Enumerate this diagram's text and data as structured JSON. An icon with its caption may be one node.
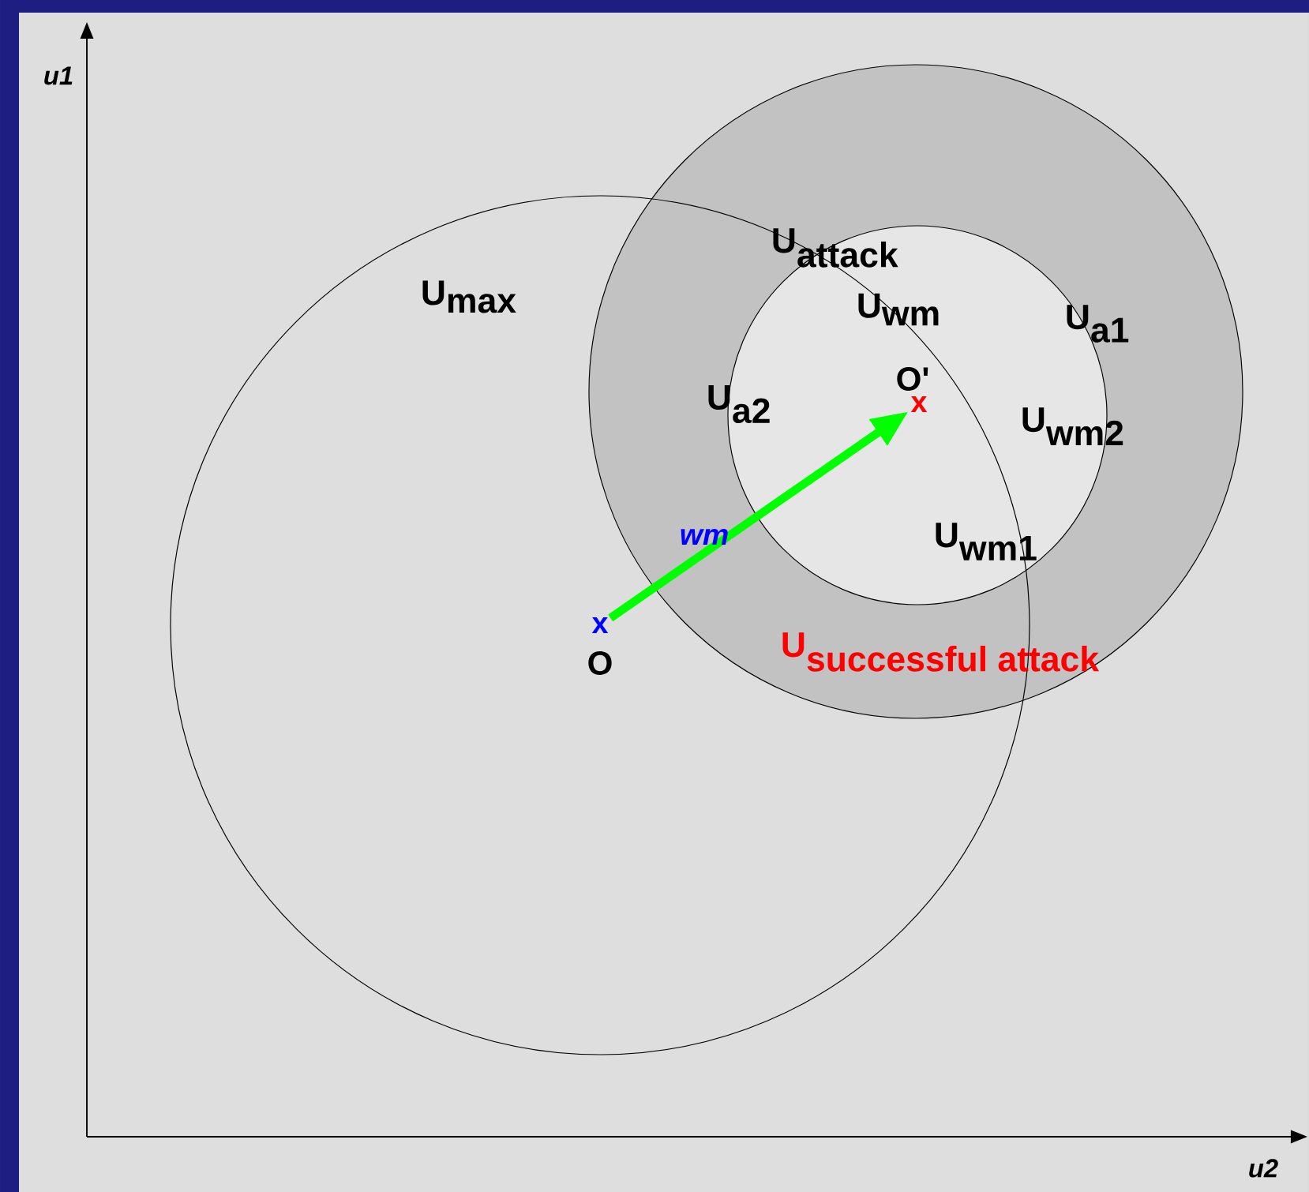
{
  "diagram": {
    "nodes": [
      {
        "text": [
          "x"
        ],
        "beside": [
          "O"
        ]
      },
      {
        "text": [
          "x"
        ],
        "beside": [
          "O'"
        ]
      }
    ],
    "edges": [
      {
        "from": 0,
        "to": 1,
        "arrow": "to",
        "label": "wm",
        "color": "#00ff00"
      }
    ],
    "labels": [
      "u1",
      "\\textbf{U}_{\\textbf{attack}}",
      "\\textbf{U}_{\\textbf{max}}",
      "\\textbf{U}_{\\textbf{wm}}",
      "\\textbf{U}_{\\textbf{a1}}",
      "\\textbf{U}_{\\textbf{a2}}",
      "\\textbf{U}_{\\textbf{wm2}}",
      "\\textbf{U}_{\\textbf{wm1}}",
      "\\textbf{U}_{\\textbf{successful attack}}",
      "u2"
    ]
  }
}
